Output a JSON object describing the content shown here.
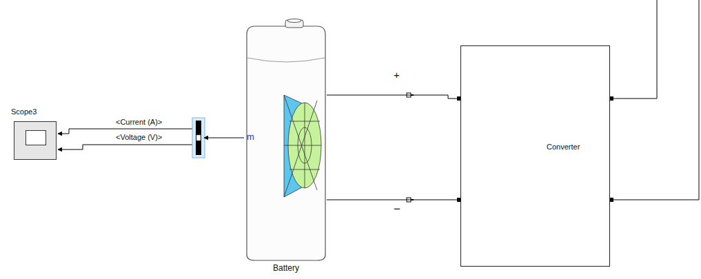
{
  "diagram": {
    "nodes": [
      {
        "text": [
          "Scope3"
        ]
      },
      {
        "text": [
          "Battery"
        ]
      },
      {
        "text": [
          "Converter"
        ]
      }
    ],
    "edges": [
      {
        "from": 1,
        "to": 2,
        "arrow": "none"
      },
      {
        "from": 1,
        "to": 2,
        "arrow": "none"
      }
    ],
    "labels": [
      "<Current (A)>",
      "<Voltage (V)>",
      "m",
      "+",
      "−"
    ]
  }
}
